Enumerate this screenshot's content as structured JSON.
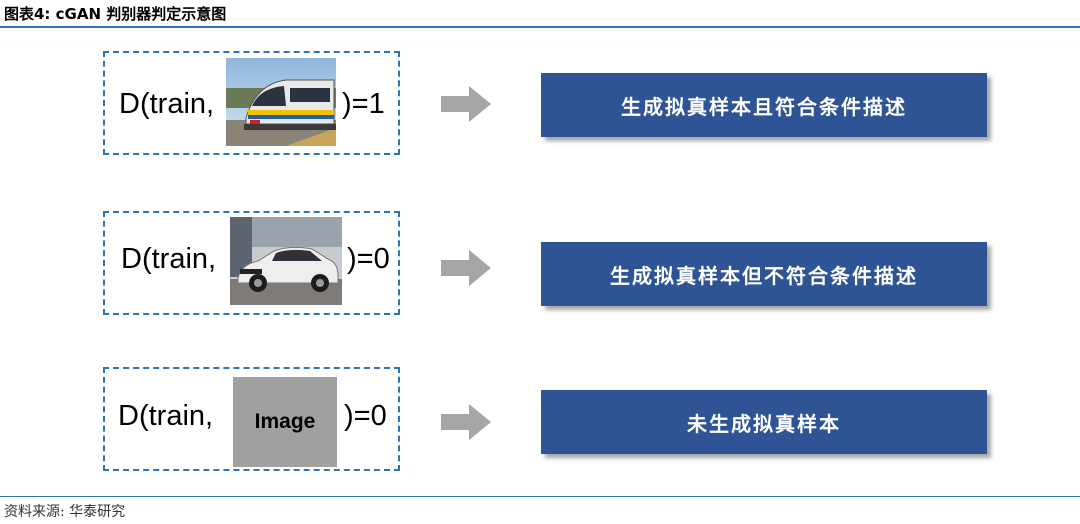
{
  "figure": {
    "title": "图表4:  cGAN 判别器判定示意图",
    "source": "资料来源: 华泰研究"
  },
  "colors": {
    "accent_blue": "#2e75b6",
    "result_box_blue": "#2f5496",
    "arrow_gray": "#a6a6a6",
    "placeholder_gray": "#a0a0a0"
  },
  "rows": [
    {
      "prefix": "D(train,",
      "suffix": ")=1",
      "image_kind": "train-photo",
      "result": "生成拟真样本且符合条件描述"
    },
    {
      "prefix": "D(train,",
      "suffix": ")=0",
      "image_kind": "car-photo",
      "result": "生成拟真样本但不符合条件描述"
    },
    {
      "prefix": "D(train,",
      "suffix": ")=0",
      "image_kind": "image-placeholder",
      "image_label": "Image",
      "result": "未生成拟真样本"
    }
  ]
}
